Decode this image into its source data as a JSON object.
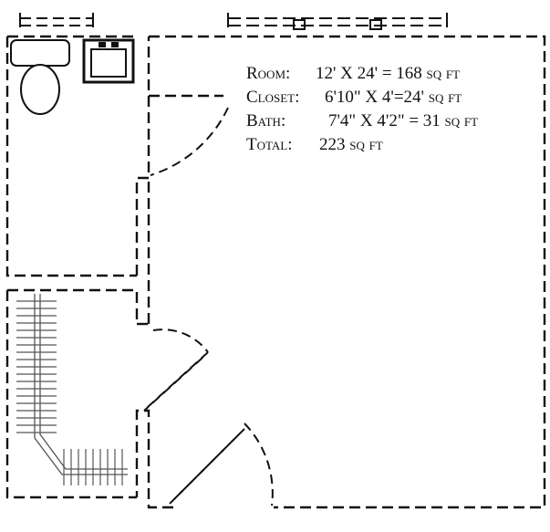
{
  "area_table": {
    "room": {
      "label": "Room:",
      "value": "12' X 24' = 168 sq ft"
    },
    "closet": {
      "label": "Closet:",
      "value": "6'10\" X 4'=24' sq ft"
    },
    "bath": {
      "label": "Bath:",
      "value": "7'4\" X 4'2\" = 31 sq ft"
    },
    "total": {
      "label": "Total:",
      "value": "223 sq ft"
    }
  }
}
